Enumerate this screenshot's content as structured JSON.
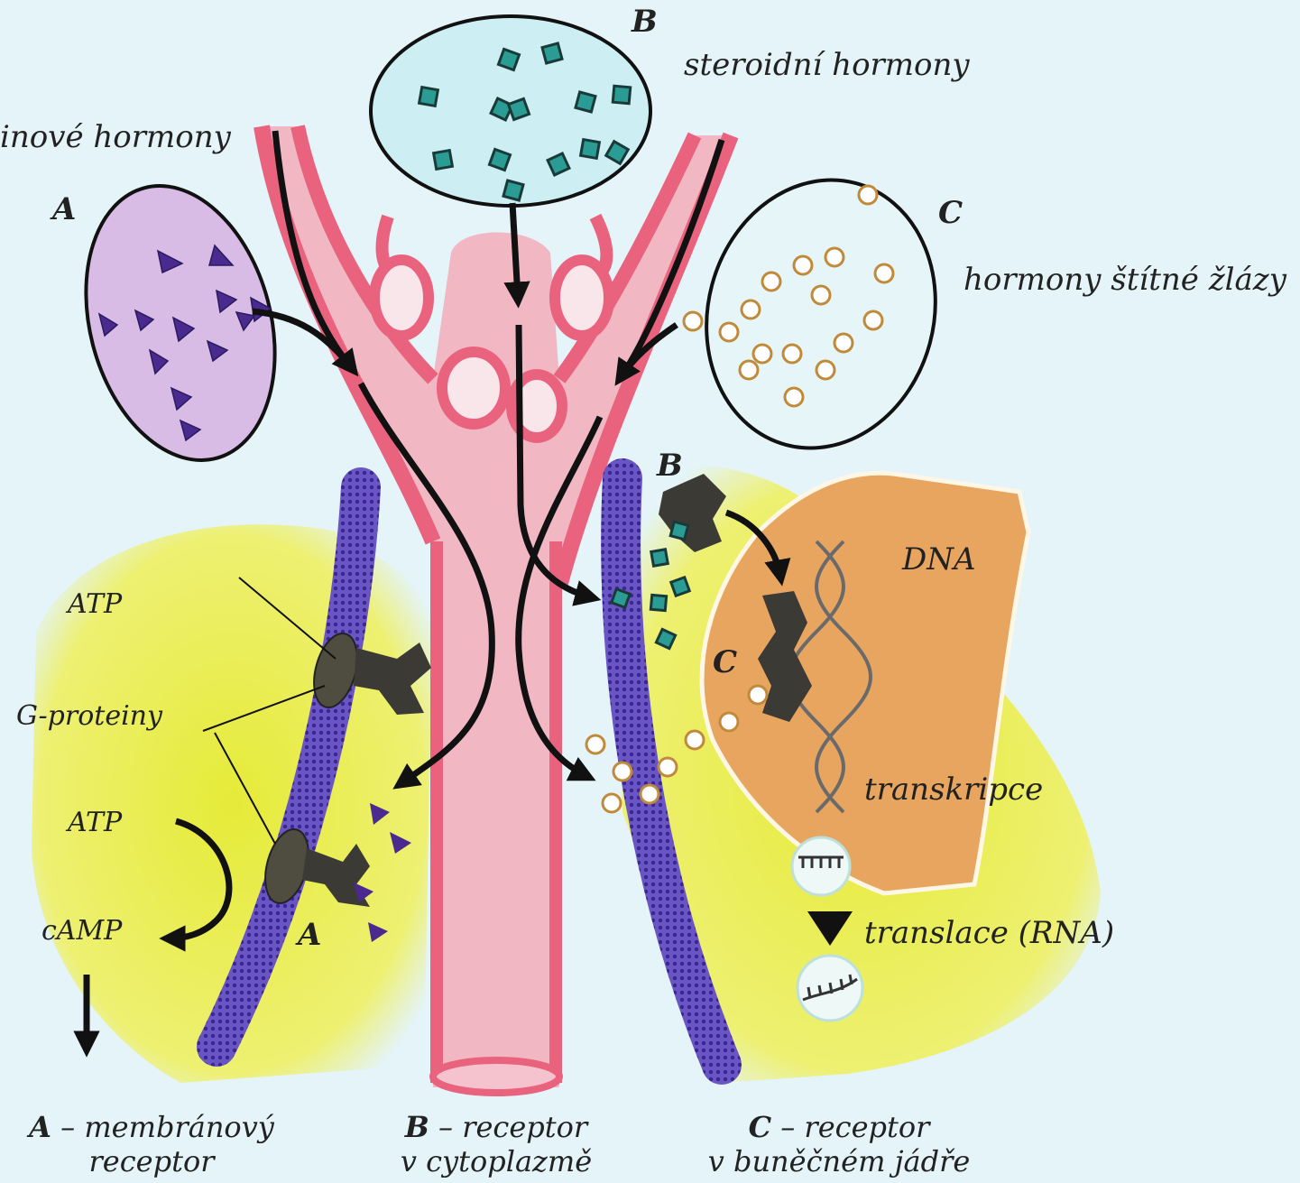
{
  "labels": {
    "peptide_hormones": "inové hormony",
    "steroid_hormones": "steroidní hormony",
    "thyroid_hormones": "hormony štítné žlázy",
    "letter_a_top": "A",
    "letter_b_top": "B",
    "letter_c_top": "C",
    "letter_b_receptor": "B",
    "letter_c_receptor": "C",
    "letter_a_receptor": "A",
    "atp_1": "ATP",
    "g_proteins": "G-proteiny",
    "atp_2": "ATP",
    "camp": "cAMP",
    "dna": "DNA",
    "transcription": "transkripce",
    "translation": "translace (RNA)"
  },
  "captions": {
    "a": {
      "letter": "A",
      "line1": " – membránový",
      "line2": "receptor"
    },
    "b": {
      "letter": "B",
      "line1": " – receptor",
      "line2": "v cytoplazmě"
    },
    "c": {
      "letter": "C",
      "line1": " – receptor",
      "line2": "v buněčném jádře"
    }
  },
  "colors": {
    "background": "#e4f4f8",
    "cytoplasm": "#e8ec3a",
    "nucleus": "#e8a560",
    "vessel": "#e9637e",
    "membrane": "#5a3fb0",
    "cell_a": "#d8bce6",
    "cell_b": "#cdeef2",
    "steroid": "#2a9c94",
    "peptide": "#4a2a8e",
    "receptor": "#3c3a34"
  }
}
